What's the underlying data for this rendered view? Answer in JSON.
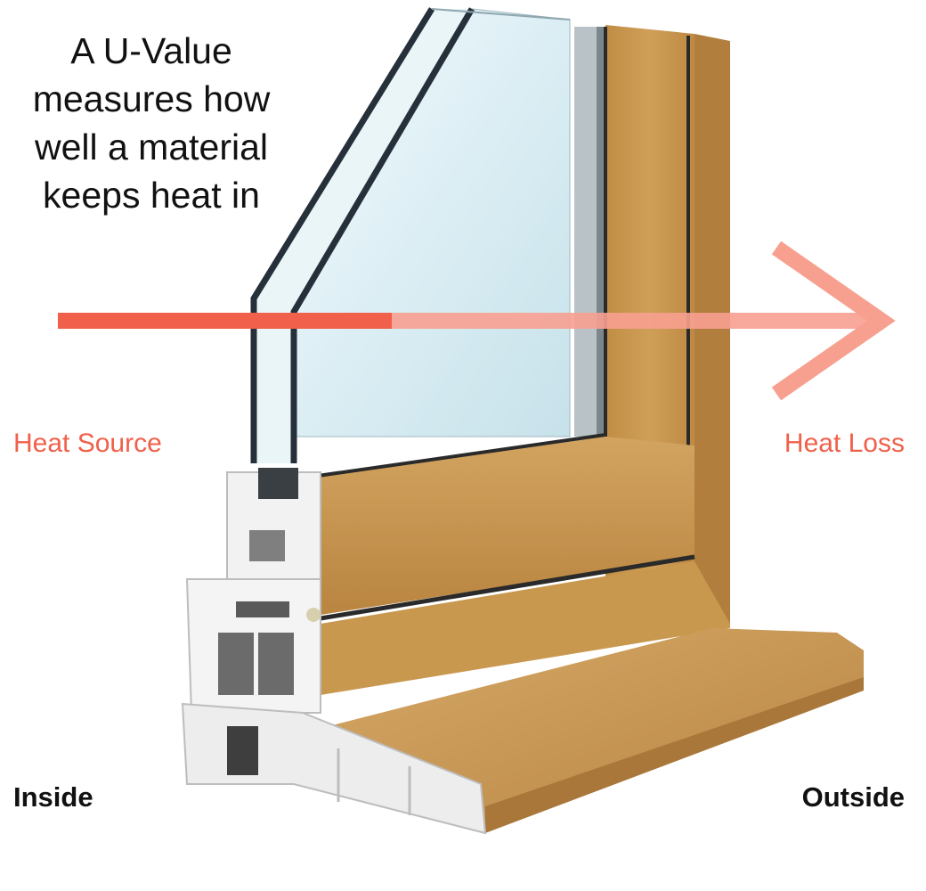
{
  "caption": "A U-Value\nmeasures how\nwell a material\nkeeps heat in",
  "labels": {
    "heat_source": "Heat Source",
    "heat_loss": "Heat Loss",
    "inside": "Inside",
    "outside": "Outside"
  },
  "colors": {
    "accent": "#f0604a",
    "arrow_faded": "#f7a090",
    "wood": "#c9994f",
    "wood_dark": "#a9783a",
    "pvc": "#eeeeee",
    "gasket": "#2c3136",
    "glass": "#d9ecf3"
  },
  "icons": [
    "heat-flow-arrow-icon",
    "window-frame-cross-section-icon"
  ]
}
